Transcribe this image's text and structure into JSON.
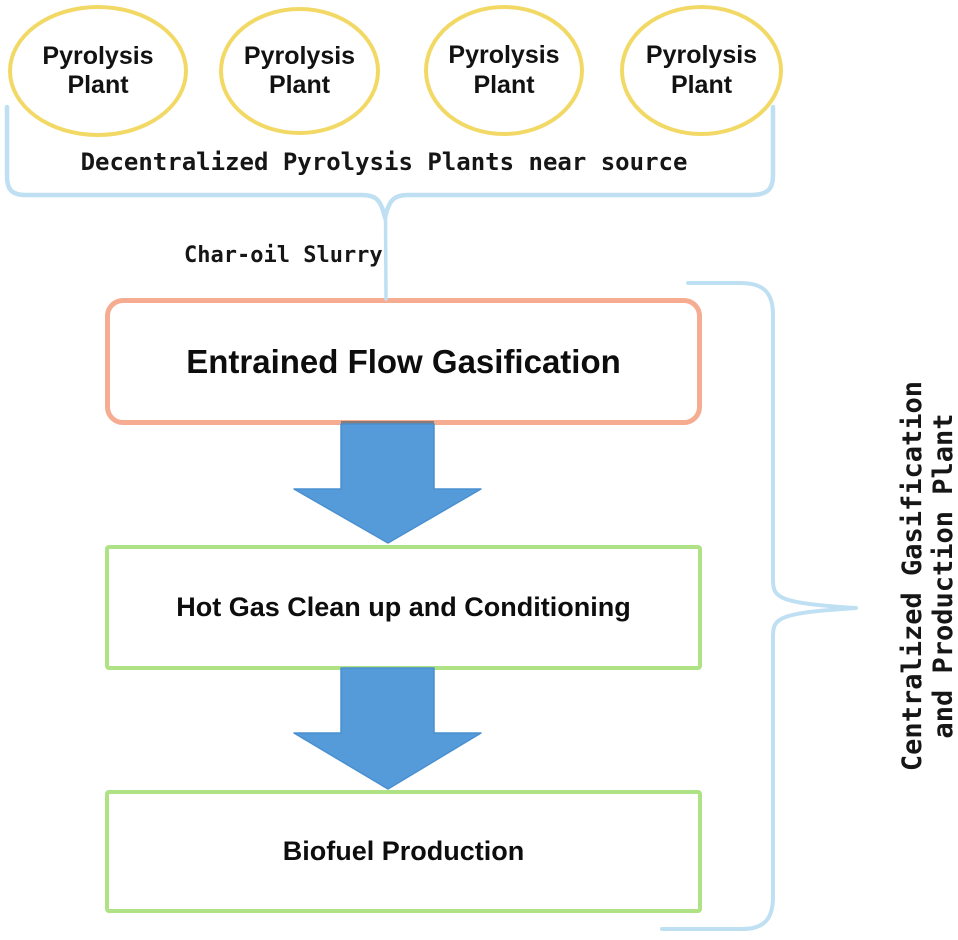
{
  "figure": {
    "plants": {
      "labels": [
        "Pyrolysis Plant",
        "Pyrolysis Plant",
        "Pyrolysis Plant",
        "Pyrolysis Plant"
      ]
    },
    "decentralized_caption": "Decentralized Pyrolysis Plants near source",
    "char_oil_label": "Char-oil Slurry",
    "process_boxes": [
      {
        "label": "Entrained Flow Gasification"
      },
      {
        "label": "Hot Gas Clean up and Conditioning"
      },
      {
        "label": "Biofuel Production"
      }
    ],
    "centralized_caption": {
      "line1": "Centralized Gasification",
      "line2": "and Production Plant"
    },
    "colors": {
      "ellipse_border": "#f2d966",
      "gasification_box_border": "#f5ac91",
      "process_box_border": "#aee285",
      "arrow_fill": "#559ad9",
      "arrow_edge": "#4a90d0",
      "brace_stroke": "#bfe0f2",
      "text": "#101010",
      "background": "#ffffff"
    }
  }
}
